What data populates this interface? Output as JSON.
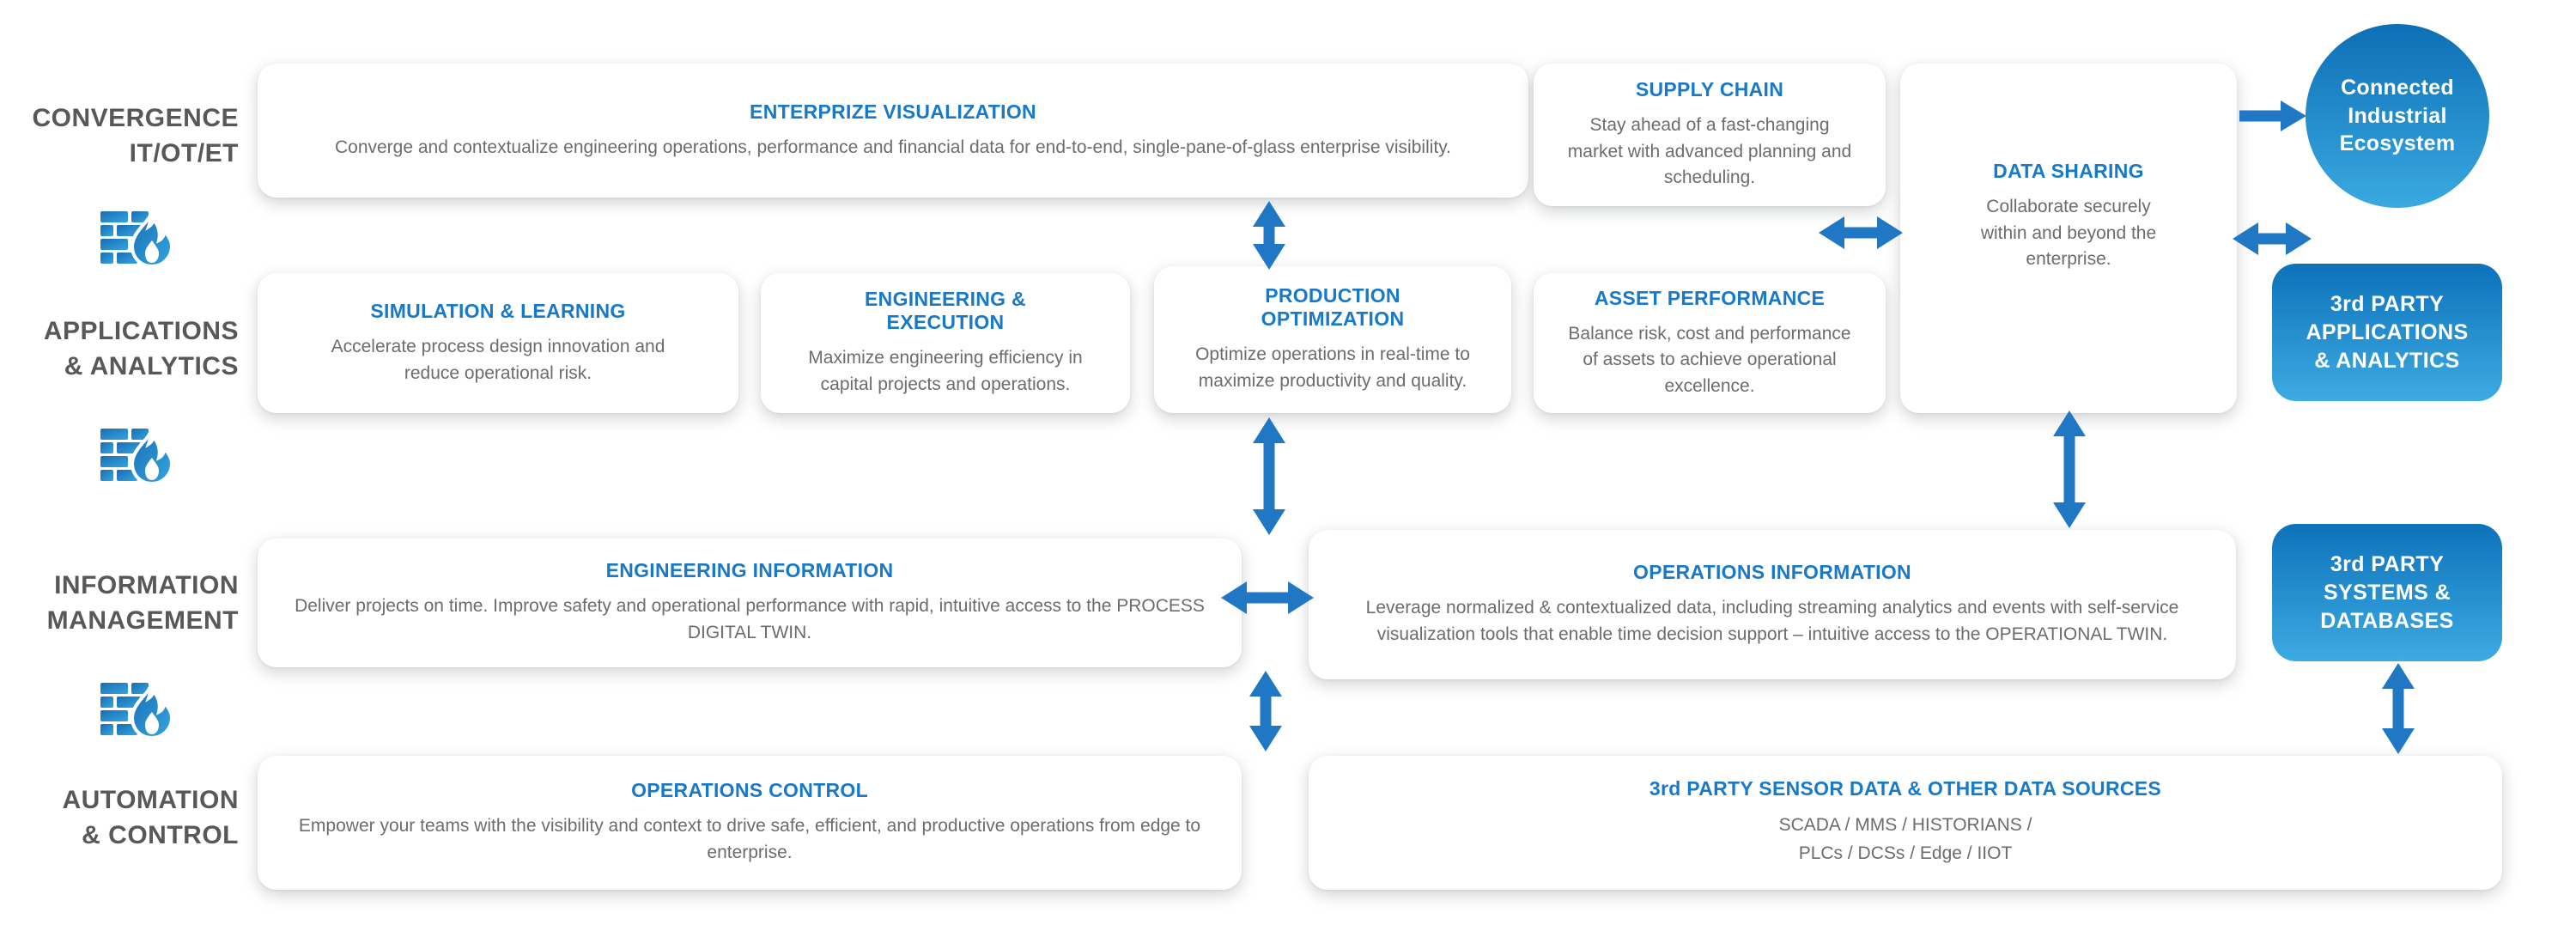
{
  "palette": {
    "title_blue": "#1879c9",
    "arrow_blue": "#2078c5",
    "label_gray": "#57585a",
    "body_gray": "#6b6c6e",
    "gradient_top": "#0d72ba",
    "gradient_bottom": "#3dabe2"
  },
  "icons": {
    "firewall": "brick-wall-with-flame",
    "double_arrow": "double-headed-arrow",
    "single_arrow": "right-arrow"
  },
  "layers": [
    {
      "lines": [
        "CONVERGENCE",
        "IT/OT/ET"
      ]
    },
    {
      "lines": [
        "APPLICATIONS",
        "& ANALYTICS"
      ]
    },
    {
      "lines": [
        "INFORMATION",
        "MANAGEMENT"
      ]
    },
    {
      "lines": [
        "AUTOMATION",
        "& CONTROL"
      ]
    }
  ],
  "cards": {
    "enterprise_visualization": {
      "title": "ENTERPRIZE VISUALIZATION",
      "body": "Converge and contextualize engineering operations, performance and financial data for end-to-end, single-pane-of-glass enterprise visibility."
    },
    "supply_chain": {
      "title": "SUPPLY CHAIN",
      "body": "Stay ahead of a fast-changing market with advanced planning and scheduling."
    },
    "data_sharing": {
      "title": "DATA SHARING",
      "body": "Collaborate securely within and beyond the enterprise."
    },
    "simulation_learning": {
      "title": "SIMULATION & LEARNING",
      "body": "Accelerate process design innovation and reduce operational risk."
    },
    "engineering_execution": {
      "title": "ENGINEERING & EXECUTION",
      "body": "Maximize engineering efficiency in capital projects and operations."
    },
    "production_optimization": {
      "title": "PRODUCTION OPTIMIZATION",
      "body": "Optimize operations in real-time to maximize productivity and quality."
    },
    "asset_performance": {
      "title": "ASSET PERFORMANCE",
      "body": "Balance risk, cost and performance of assets to achieve operational excellence."
    },
    "engineering_information": {
      "title": "ENGINEERING INFORMATION",
      "body": "Deliver projects on time. Improve safety and operational performance with rapid, intuitive access to the PROCESS DIGITAL TWIN."
    },
    "operations_information": {
      "title": "OPERATIONS INFORMATION",
      "body": "Leverage normalized & contextualized data, including streaming analytics and events with self-service visualization tools that enable time decision support – intuitive access to the OPERATIONAL TWIN."
    },
    "operations_control": {
      "title": "OPERATIONS CONTROL",
      "body": "Empower your teams with the visibility and context to drive safe, efficient, and productive operations from edge to enterprise."
    },
    "third_party_sensor": {
      "title": "3rd PARTY SENSOR DATA & OTHER DATA SOURCES",
      "body_lines": [
        "SCADA / MMS / HISTORIANS /",
        "PLCs / DCSs / Edge / IIOT"
      ]
    }
  },
  "nodes": {
    "ecosystem_circle": {
      "lines": [
        "Connected",
        "Industrial",
        "Ecosystem"
      ]
    },
    "third_party_apps": {
      "lines": [
        "3rd PARTY",
        "APPLICATIONS",
        "& ANALYTICS"
      ]
    },
    "third_party_systems": {
      "lines": [
        "3rd PARTY",
        "SYSTEMS &",
        "DATABASES"
      ]
    }
  }
}
